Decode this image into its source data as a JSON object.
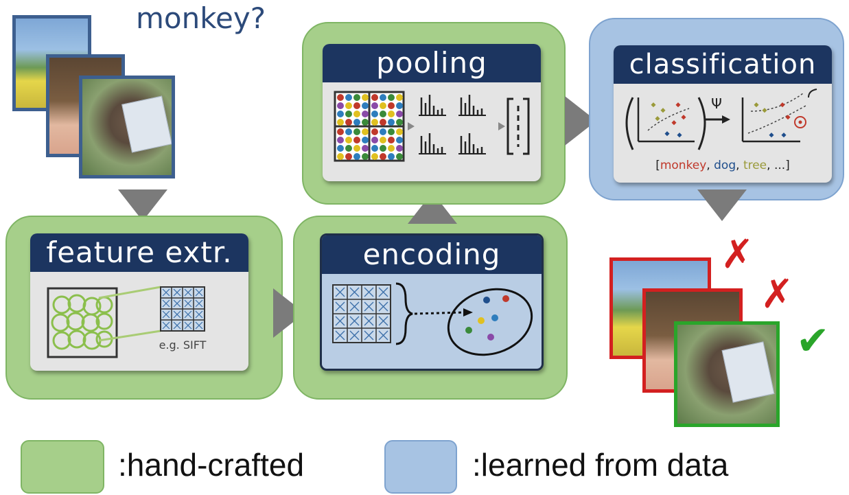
{
  "query": {
    "label": "monkey?"
  },
  "stages": {
    "feature": {
      "title": "feature extr.",
      "note": "e.g. SIFT"
    },
    "encoding": {
      "title": "encoding"
    },
    "pooling": {
      "title": "pooling"
    },
    "classification": {
      "title": "classification",
      "psi": "Ψ",
      "labels_open": "[",
      "label_monkey": "monkey",
      "sep1": ", ",
      "label_dog": "dog",
      "sep2": ", ",
      "label_tree": "tree",
      "labels_close": ", ...]"
    }
  },
  "results": {
    "wrong1": "✗",
    "wrong2": "✗",
    "correct": "✔"
  },
  "legend": {
    "hand_crafted": ":hand-crafted",
    "learned": ":learned from data"
  },
  "colors": {
    "hand_crafted": "#a6cf8a",
    "learned": "#a7c3e3",
    "header": "#1c3560",
    "wrong": "#d32020",
    "correct": "#2aa52a",
    "monkey_label": "#c0392b",
    "dog_label": "#1f4e8c",
    "tree_label": "#9a9a3a"
  }
}
